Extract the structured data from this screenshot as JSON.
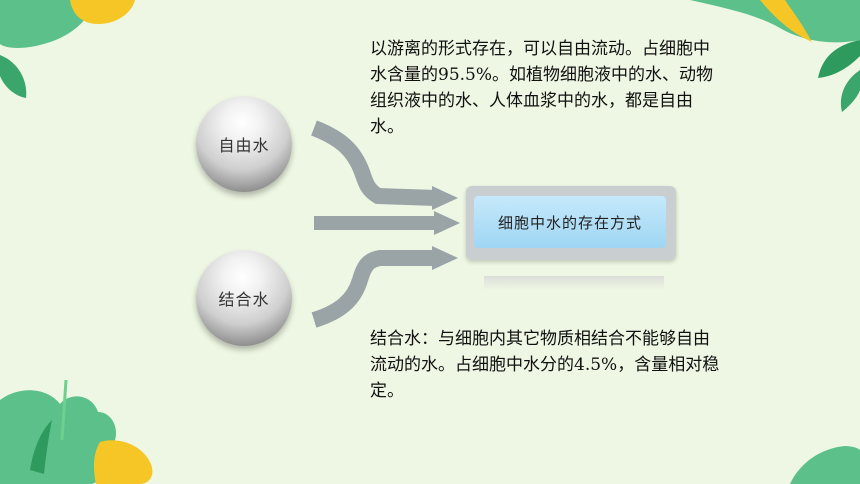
{
  "diagram": {
    "free_water_label": "自由水",
    "bound_water_label": "结合水",
    "center_label": "细胞中水的存在方式",
    "free_water_note": "以游离的形式存在，可以自由流动。占细胞中水含量的95.5%。如植物细胞液中的水、动物组织液中的水、人体血浆中的水，都是自由水。",
    "bound_water_note": "结合水：与细胞内其它物质相结合不能够自由流动的水。占细胞中水分的4.5%，含量相对稳定。"
  },
  "colors": {
    "background": "#eef7e3",
    "leaf_green": "#5cc08a",
    "leaf_dark": "#2f9a5e",
    "accent_yellow": "#f6c626",
    "arrow_gray": "#9aa3a6",
    "box_blue": "#b3dff7"
  }
}
